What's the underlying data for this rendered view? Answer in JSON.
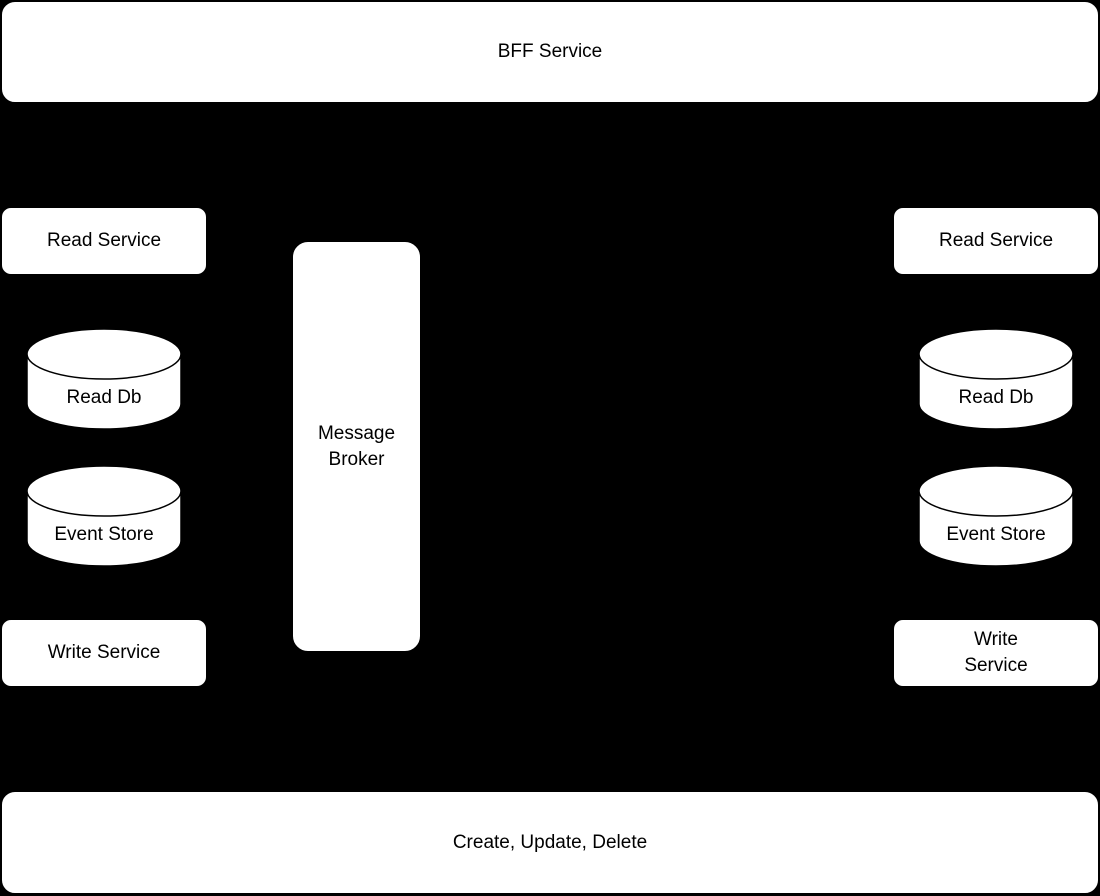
{
  "diagram": {
    "top": {
      "label": "BFF Service"
    },
    "bottom": {
      "label": "Create, Update, Delete"
    },
    "broker": {
      "line1": "Message",
      "line2": "Broker"
    },
    "left_service": {
      "read_service": "Read Service",
      "read_db": "Read Db",
      "event_store": "Event Store",
      "write_service": "Write Service"
    },
    "right_service": {
      "read_service": "Read Service",
      "read_db": "Read Db",
      "event_store": "Event Store",
      "write_line1": "Write",
      "write_line2": "Service"
    }
  }
}
